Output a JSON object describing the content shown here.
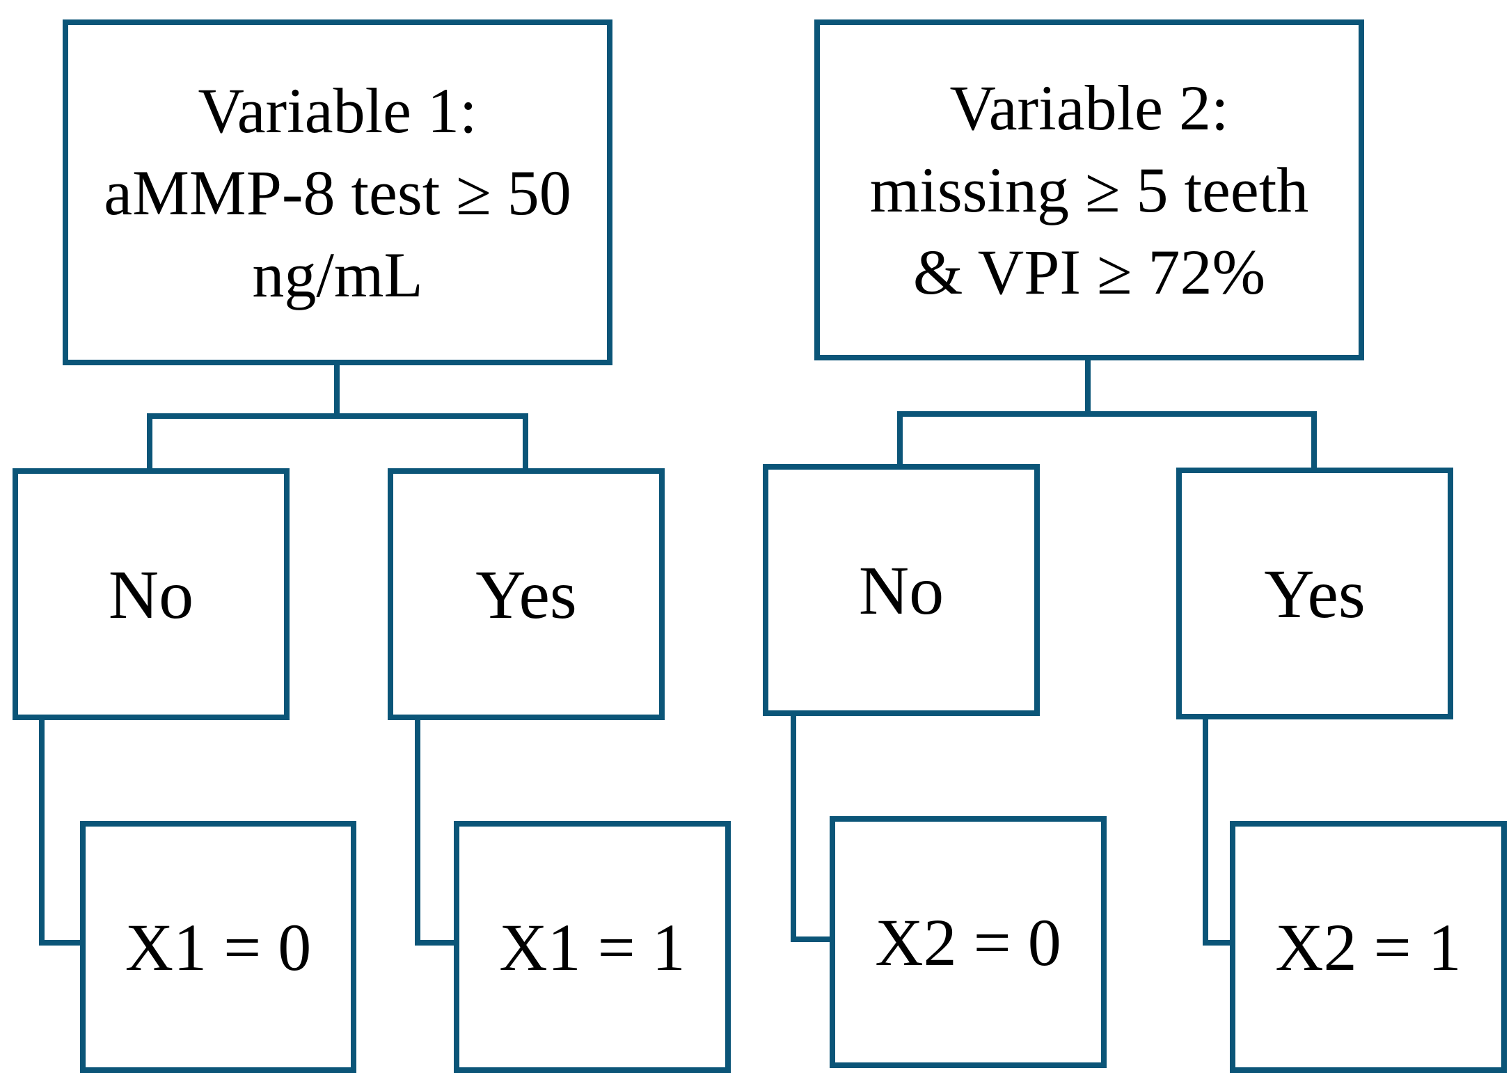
{
  "diagram": {
    "line_color": "#0b5578",
    "variable1": {
      "header_lines": [
        "Variable 1:",
        "aMMP-8 test ≥ 50",
        "ng/mL"
      ],
      "no_label": "No",
      "yes_label": "Yes",
      "result_no": "X1 = 0",
      "result_yes": "X1 = 1"
    },
    "variable2": {
      "header_lines": [
        "Variable 2:",
        "missing ≥ 5 teeth",
        "& VPI ≥ 72%"
      ],
      "no_label": "No",
      "yes_label": "Yes",
      "result_no": "X2 = 0",
      "result_yes": "X2 = 1"
    }
  }
}
